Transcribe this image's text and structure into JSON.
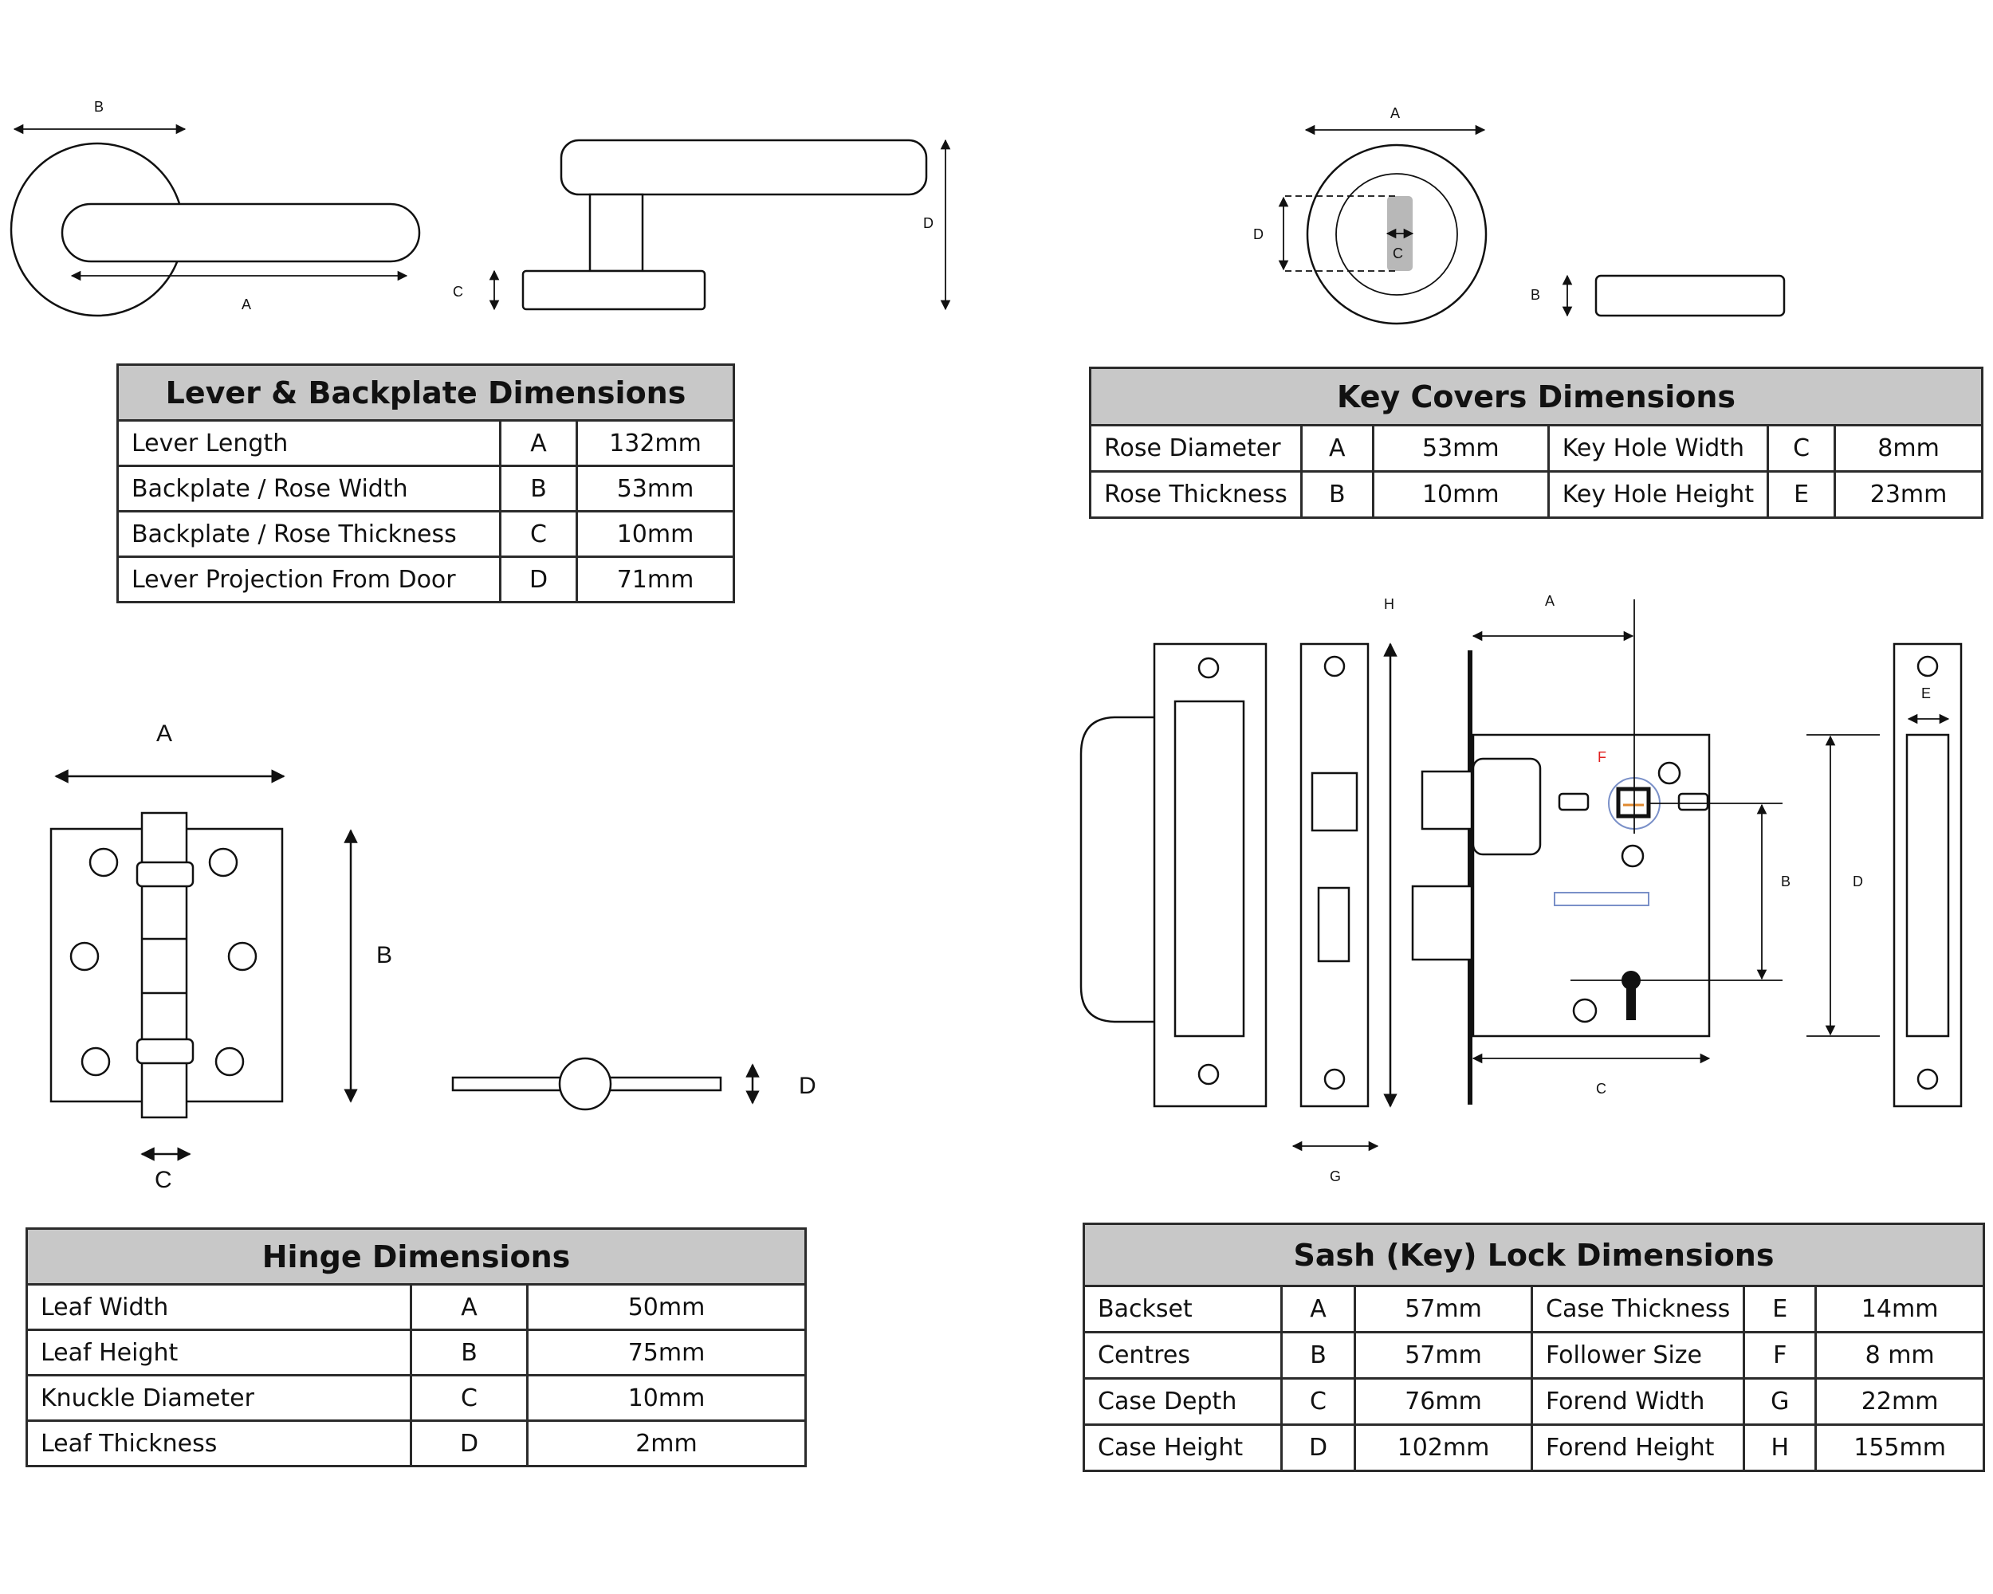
{
  "diagram_labels": {
    "lever": {
      "a": "A",
      "b": "B",
      "c": "C",
      "d": "D"
    },
    "key_cover": {
      "a": "A",
      "b": "B",
      "c": "C",
      "d": "D"
    },
    "hinge": {
      "a": "A",
      "b": "B",
      "c": "C",
      "d": "D"
    },
    "sash_lock": {
      "a": "A",
      "b": "B",
      "c": "C",
      "d": "D",
      "e": "E",
      "f": "F",
      "g": "G",
      "h": "H"
    }
  },
  "colors": {
    "header_bg": "#c8c8c8",
    "border": "#2b2b2b",
    "accent_red": "#e02020",
    "keyhole_grey": "#b8b8b8",
    "follower_blue": "#7a90c8"
  },
  "tables": {
    "lever": {
      "title": "Lever & Backplate Dimensions",
      "rows": [
        {
          "name": "Lever Length",
          "code": "A",
          "value": "132mm"
        },
        {
          "name": "Backplate / Rose Width",
          "code": "B",
          "value": "53mm"
        },
        {
          "name": "Backplate / Rose Thickness",
          "code": "C",
          "value": "10mm"
        },
        {
          "name": "Lever Projection From Door",
          "code": "D",
          "value": "71mm"
        }
      ]
    },
    "key_covers": {
      "title": "Key Covers Dimensions",
      "rows": [
        {
          "name1": "Rose Diameter",
          "code1": "A",
          "value1": "53mm",
          "name2": "Key Hole Width",
          "code2": "C",
          "value2": "8mm"
        },
        {
          "name1": "Rose Thickness",
          "code1": "B",
          "value1": "10mm",
          "name2": "Key Hole Height",
          "code2": "E",
          "value2": "23mm"
        }
      ]
    },
    "hinge": {
      "title": "Hinge Dimensions",
      "rows": [
        {
          "name": "Leaf Width",
          "code": "A",
          "value": "50mm"
        },
        {
          "name": "Leaf Height",
          "code": "B",
          "value": "75mm"
        },
        {
          "name": "Knuckle Diameter",
          "code": "C",
          "value": "10mm"
        },
        {
          "name": "Leaf Thickness",
          "code": "D",
          "value": "2mm"
        }
      ]
    },
    "sash": {
      "title": "Sash (Key) Lock Dimensions",
      "rows": [
        {
          "name1": "Backset",
          "code1": "A",
          "value1": "57mm",
          "name2": "Case Thickness",
          "code2": "E",
          "value2": "14mm"
        },
        {
          "name1": "Centres",
          "code1": "B",
          "value1": "57mm",
          "name2": "Follower Size",
          "code2": "F",
          "value2": "8 mm"
        },
        {
          "name1": "Case Depth",
          "code1": "C",
          "value1": "76mm",
          "name2": "Forend Width",
          "code2": "G",
          "value2": "22mm"
        },
        {
          "name1": "Case Height",
          "code1": "D",
          "value1": "102mm",
          "name2": "Forend Height",
          "code2": "H",
          "value2": "155mm"
        }
      ]
    }
  }
}
